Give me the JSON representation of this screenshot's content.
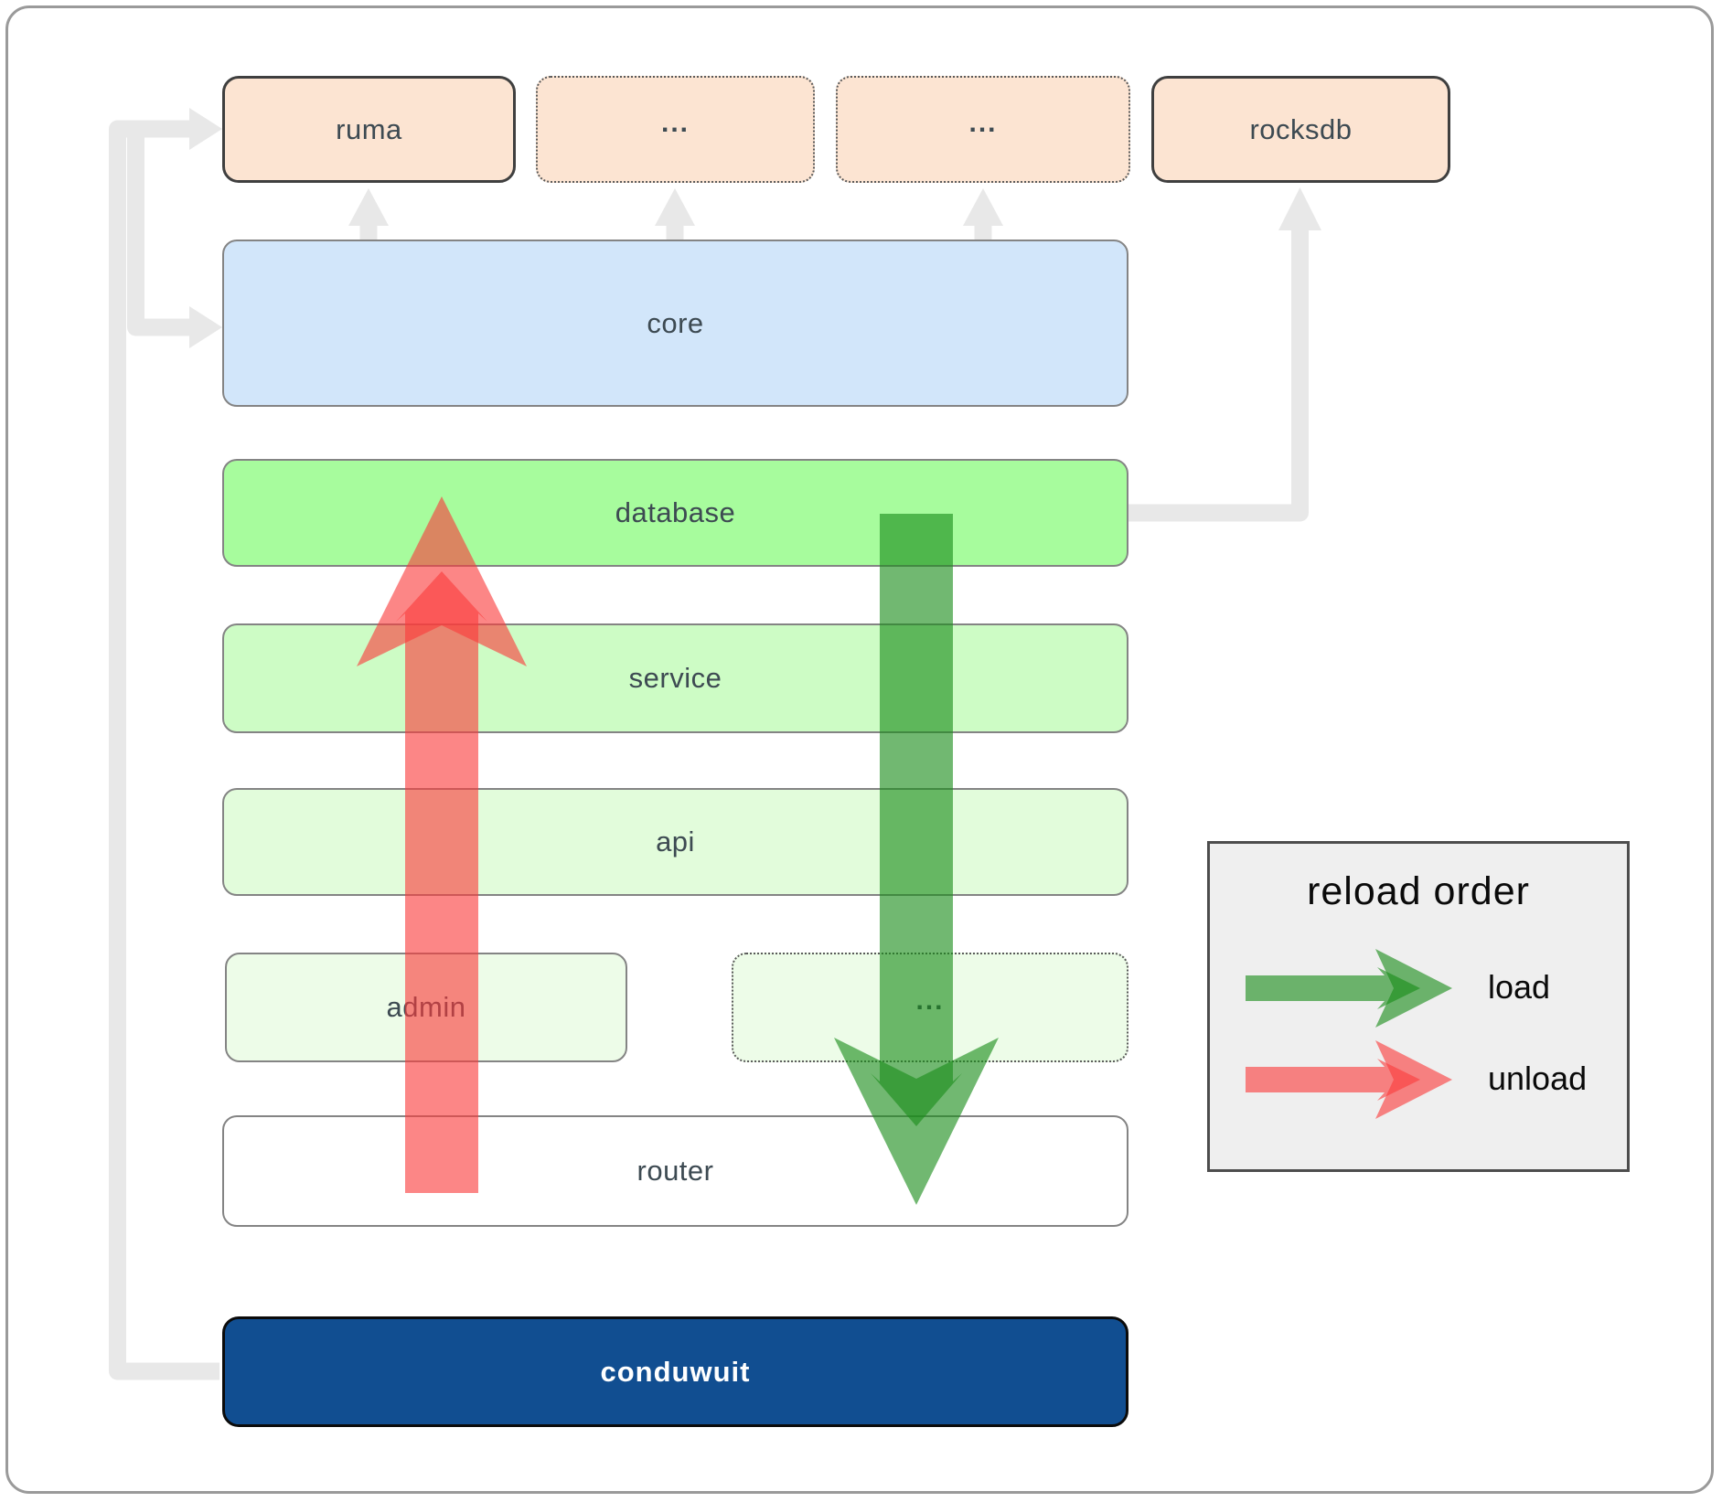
{
  "diagram": {
    "top_row": [
      {
        "id": "ruma",
        "label": "ruma",
        "style": "solid"
      },
      {
        "id": "dots-1",
        "label": "...",
        "style": "dotted"
      },
      {
        "id": "dots-2",
        "label": "...",
        "style": "dotted"
      },
      {
        "id": "rocksdb",
        "label": "rocksdb",
        "style": "solid"
      }
    ],
    "layers": [
      {
        "id": "core",
        "label": "core"
      },
      {
        "id": "database",
        "label": "database"
      },
      {
        "id": "service",
        "label": "service"
      },
      {
        "id": "api",
        "label": "api"
      },
      {
        "id": "admin",
        "label": "admin"
      },
      {
        "id": "dots-3",
        "label": "..."
      },
      {
        "id": "router",
        "label": "router"
      },
      {
        "id": "conduwuit",
        "label": "conduwuit"
      }
    ],
    "legend": {
      "title": "reload order",
      "items": [
        {
          "label": "load",
          "color": "#1a8c1a"
        },
        {
          "label": "unload",
          "color": "#fa3c3c"
        }
      ]
    },
    "colors": {
      "peach": "#fce4d2",
      "core_blue": "#d2e6fa",
      "database_green": "#a7fc9d",
      "service_green": "#cdfcc5",
      "api_green": "#e2fcdb",
      "admin_green": "#edfce8",
      "router_white": "#ffffff",
      "conduwuit_blue": "#114e91",
      "load_arrow_green": "#1a8c1a",
      "unload_arrow_red": "#fa3c3c",
      "connector_gray": "#e8e8e8",
      "legend_bg": "#efefef"
    }
  }
}
